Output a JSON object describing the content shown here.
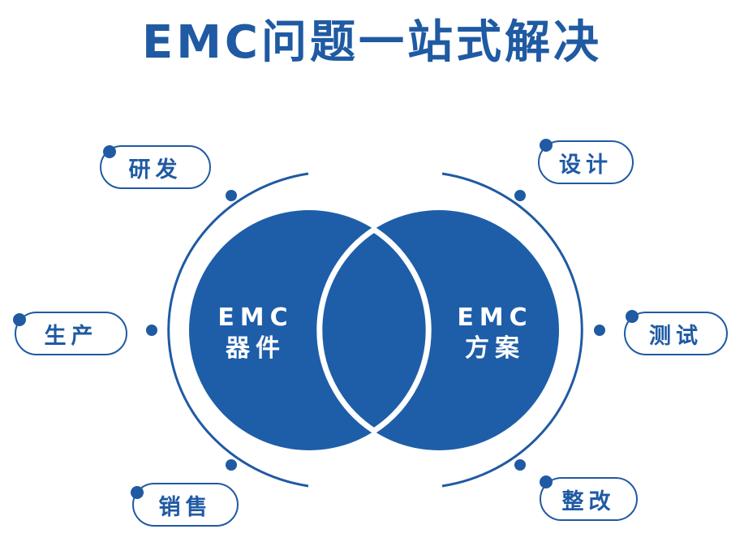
{
  "title": "EMC问题一站式解决",
  "left_circle": {
    "line1": "EMC",
    "line2": "器件"
  },
  "right_circle": {
    "line1": "EMC",
    "line2": "方案"
  },
  "left_items": [
    "研发",
    "生产",
    "销售"
  ],
  "right_items": [
    "设计",
    "测试",
    "整改"
  ],
  "colors": {
    "primary": "#1f5aa3",
    "circle": "#1e5ea8",
    "background": "#ffffff"
  }
}
